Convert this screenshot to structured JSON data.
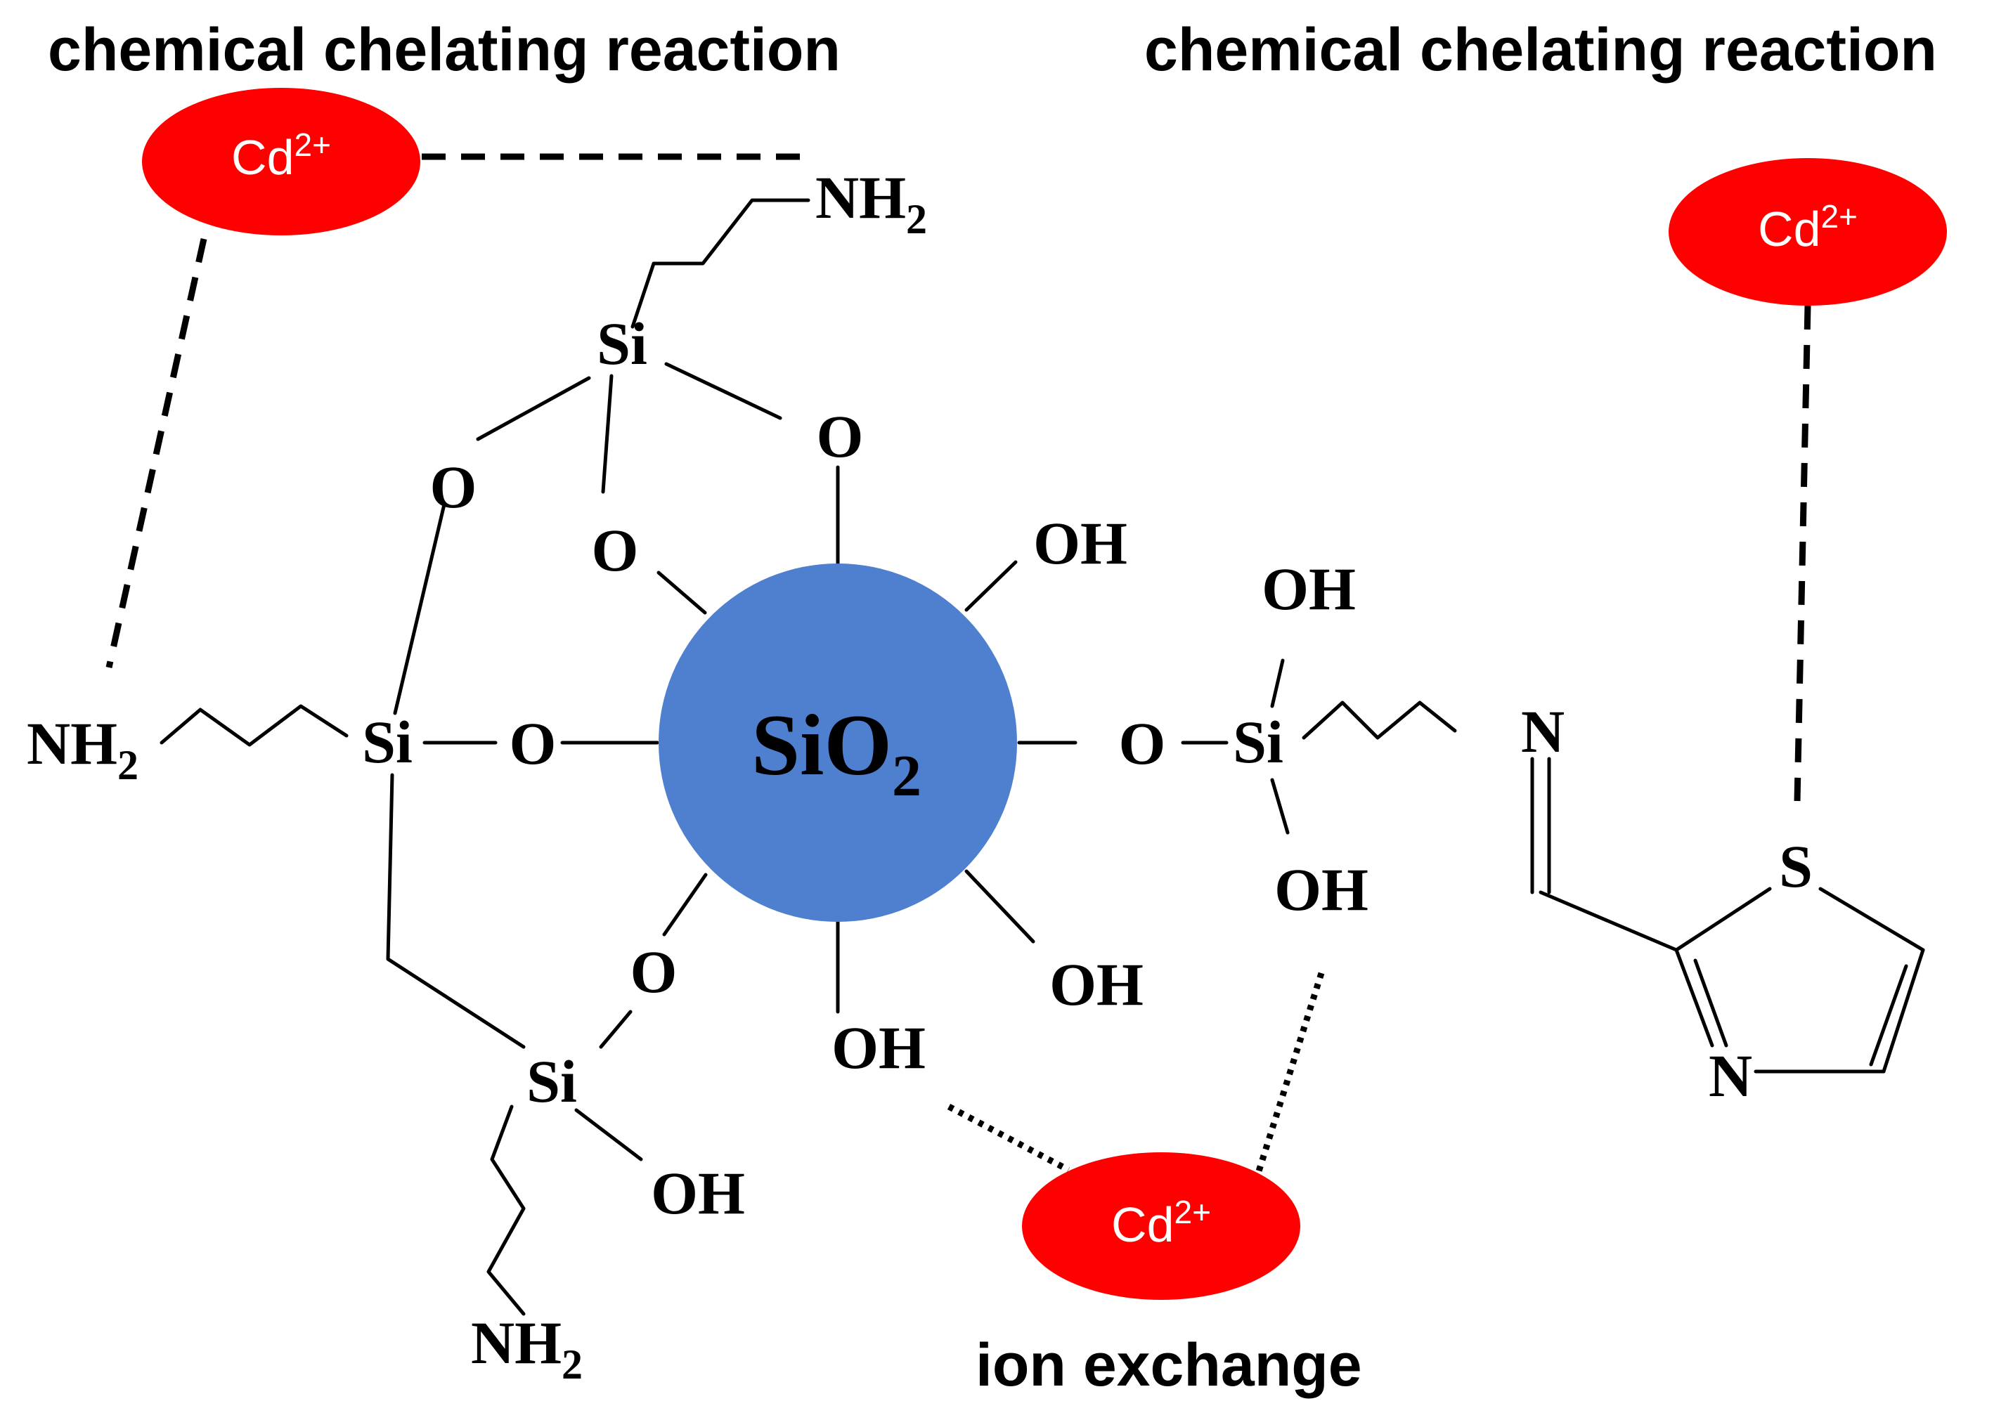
{
  "captions": {
    "top_left": "chemical chelating reaction",
    "top_right": "chemical chelating reaction",
    "bottom": "ion exchange"
  },
  "core": {
    "label": "SiO",
    "subscript": "2",
    "color": "#4f7fcf"
  },
  "ion": {
    "label": "Cd",
    "charge": "2+",
    "color": "#ff0000"
  },
  "atoms": {
    "si": "Si",
    "o": "O",
    "oh": "OH",
    "nh": "NH",
    "h2_sub": "2",
    "n": "N",
    "s": "S"
  }
}
